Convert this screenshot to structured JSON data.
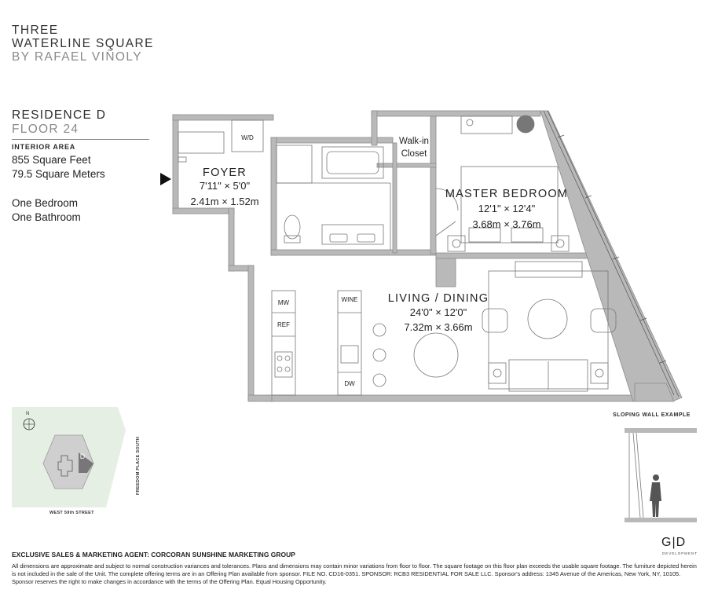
{
  "building": {
    "line1": "THREE",
    "line2": "WATERLINE SQUARE",
    "line3": "BY RAFAEL VIÑOLY"
  },
  "residence": {
    "name": "RESIDENCE D",
    "floor": "FLOOR 24",
    "interior_area_label": "INTERIOR AREA",
    "square_feet": "855 Square Feet",
    "square_meters": "79.5 Square Meters",
    "bedrooms": "One Bedroom",
    "bathrooms": "One Bathroom"
  },
  "rooms": {
    "foyer": {
      "name": "FOYER",
      "imperial": "7'11\" × 5'0\"",
      "metric": "2.41m × 1.52m"
    },
    "master_bedroom": {
      "name": "MASTER BEDROOM",
      "imperial": "12'1\" × 12'4\"",
      "metric": "3.68m × 3.76m"
    },
    "living_dining": {
      "name": "LIVING / DINING",
      "imperial": "24'0\" × 12'0\"",
      "metric": "7.32m × 3.66m"
    },
    "walk_in_closet_line1": "Walk-in",
    "walk_in_closet_line2": "Closet"
  },
  "appliances": {
    "washer_dryer": "W/D",
    "microwave": "MW",
    "refrigerator": "REF",
    "wine": "WINE",
    "dishwasher": "DW"
  },
  "key_plan": {
    "north": "N",
    "unit_marker": "D",
    "street_south": "WEST 59th STREET",
    "street_east": "FREEDOM PLACE SOUTH"
  },
  "sloping_wall_label": "SLOPING WALL EXAMPLE",
  "developer": {
    "logo": "G|D",
    "sub": "DEVELOPMENT"
  },
  "agent_line": "EXCLUSIVE SALES & MARKETING AGENT: CORCORAN SUNSHINE MARKETING GROUP",
  "disclaimer": "All dimensions are approximate and subject to normal construction variances and tolerances. Plans and dimensions may contain minor variations from floor to floor. The square footage on this floor plan exceeds the usable square footage. The furniture depicted herein is not included in the sale of the Unit. The complete offering terms are in an Offering Plan available from sponsor. FILE NO. CD16-0351. SPONSOR: RCB3 RESIDENTIAL FOR SALE LLC. Sponsor's address: 1345 Avenue of the Americas, New York, NY, 10105. Sponsor reserves the right to make changes in accordance with the terms of the Offering Plan. Equal Housing Opportunity.",
  "colors": {
    "wall": "#b9b9b9",
    "wall_edge": "#8c8c8c",
    "text": "#2b2b2b",
    "secondary": "#8a8a8a",
    "keymap_bg": "#e6efe4",
    "hexagon": "#cfcfcf"
  }
}
